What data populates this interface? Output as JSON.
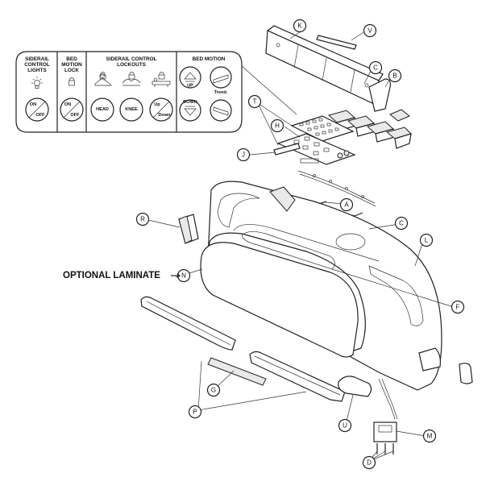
{
  "panel": {
    "sections": [
      {
        "title": [
          "SIDERAIL",
          "CONTROL",
          "LIGHTS"
        ]
      },
      {
        "title": [
          "BED",
          "MOTION",
          "LOCK"
        ]
      },
      {
        "title": [
          "SIDERAIL CONTROL",
          "LOCKOUTS"
        ]
      },
      {
        "title": [
          "BED MOTION"
        ]
      }
    ],
    "buttons": {
      "lights_on": "ON",
      "lights_off": "OFF",
      "motion_on": "ON",
      "motion_off": "OFF",
      "head": "HEAD",
      "knee": "KNEE",
      "updown_up": "Up",
      "updown_down": "Down",
      "bed_up": "UP",
      "bed_down": "DOWN",
      "trend": "Trend."
    }
  },
  "callouts": {
    "A": "A",
    "B": "B",
    "C1": "C",
    "C2": "C",
    "D": "D",
    "F": "F",
    "G": "G",
    "H": "H",
    "J": "J",
    "K": "K",
    "L": "L",
    "M": "M",
    "N": "N",
    "P": "P",
    "R": "R",
    "T": "T",
    "U": "U",
    "V": "V"
  },
  "optional_laminate": "OPTIONAL LAMINATE"
}
